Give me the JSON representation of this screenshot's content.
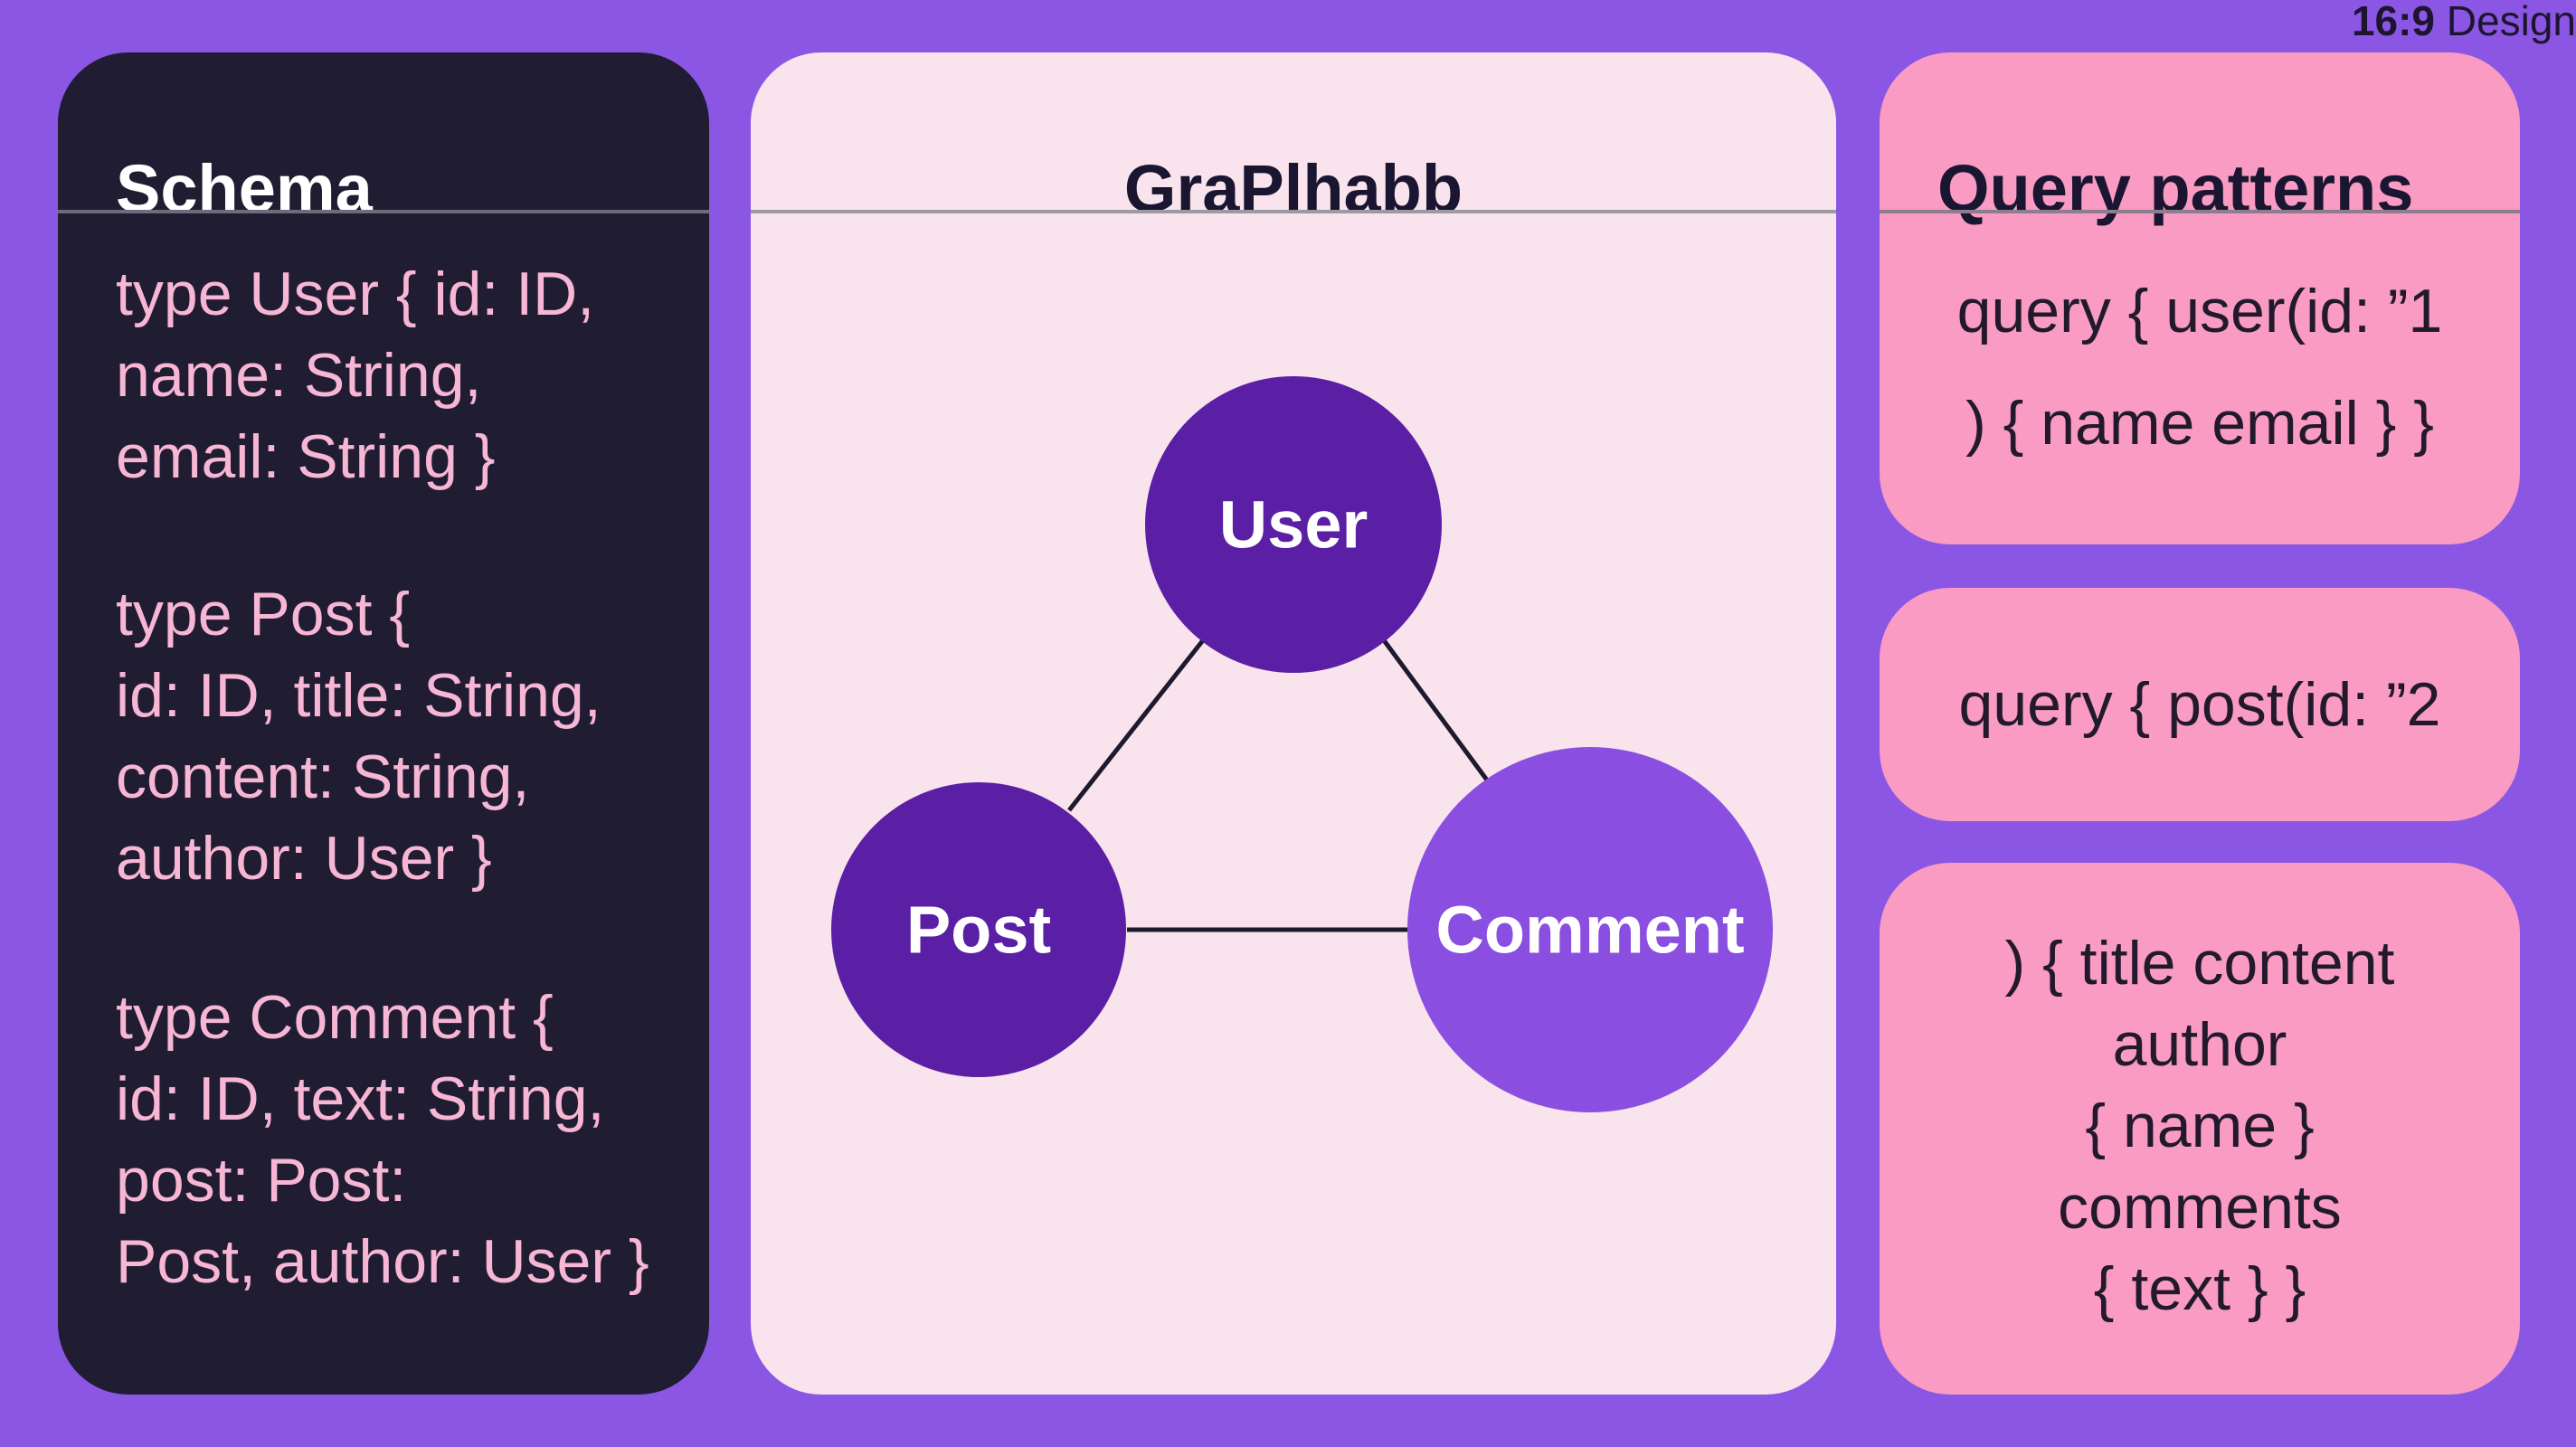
{
  "header": {
    "corner_label_ratio": "16:9",
    "corner_label_word": "Design"
  },
  "schema": {
    "title": "Schema",
    "blocks": [
      "type User { id: ID,\nname: String,\nemail: String }",
      "type Post {\nid: ID, title: String,\ncontent: String,\nauthor: User }",
      "type Comment {\nid: ID, text: String,\npost: Post:\nPost, author: User }"
    ]
  },
  "graph": {
    "title": "GraPlhabb",
    "nodes": [
      {
        "id": "user",
        "label": "User",
        "color": "#5b1fa6"
      },
      {
        "id": "post",
        "label": "Post",
        "color": "#5b1fa6"
      },
      {
        "id": "comment",
        "label": "Comment",
        "color": "#8a4fe0"
      }
    ],
    "edges": [
      {
        "from": "user",
        "to": "post"
      },
      {
        "from": "user",
        "to": "comment"
      },
      {
        "from": "post",
        "to": "comment"
      }
    ]
  },
  "queries": {
    "title": "Query patterns",
    "query_1_lines": [
      "query { user(id: ”1",
      ") { name email } }"
    ],
    "query_2_lines": [
      "query { post(id: ”2"
    ],
    "query_3_lines": [
      ") { title content",
      "author",
      "{ name }",
      "comments",
      "{ text } }"
    ]
  },
  "colors": {
    "background": "#8b56e4",
    "schema_panel": "#201d33",
    "schema_text": "#f6b6d4",
    "graph_panel": "#f9e3ec",
    "query_panel": "#f99bc3",
    "node_dark": "#5b1fa6",
    "node_light": "#8a4fe0"
  }
}
